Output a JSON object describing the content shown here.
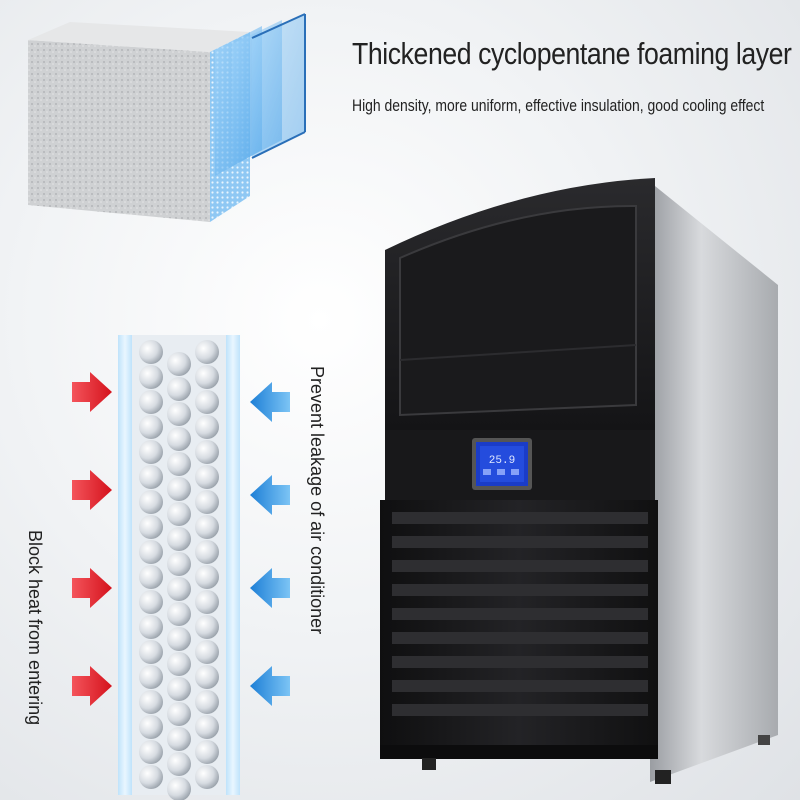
{
  "heading": "Thickened cyclopentane foaming layer",
  "subheading": "High density, more uniform, effective insulation, good cooling effect",
  "side_label_right": "Prevent leakage of air conditioner",
  "side_label_left": "Block heat from entering",
  "display_readout": "25.9",
  "colors": {
    "heat_arrow": "#e8222b",
    "cold_arrow": "#2a8fe0",
    "display_screen": "#1a3cc8",
    "machine_body": "#1c1c1e",
    "steel_side": "#b9bcc0"
  },
  "icons": [
    "foam-block-icon",
    "heat-arrow-icon",
    "cold-arrow-icon",
    "insulation-beads-icon",
    "lcd-display-icon"
  ]
}
